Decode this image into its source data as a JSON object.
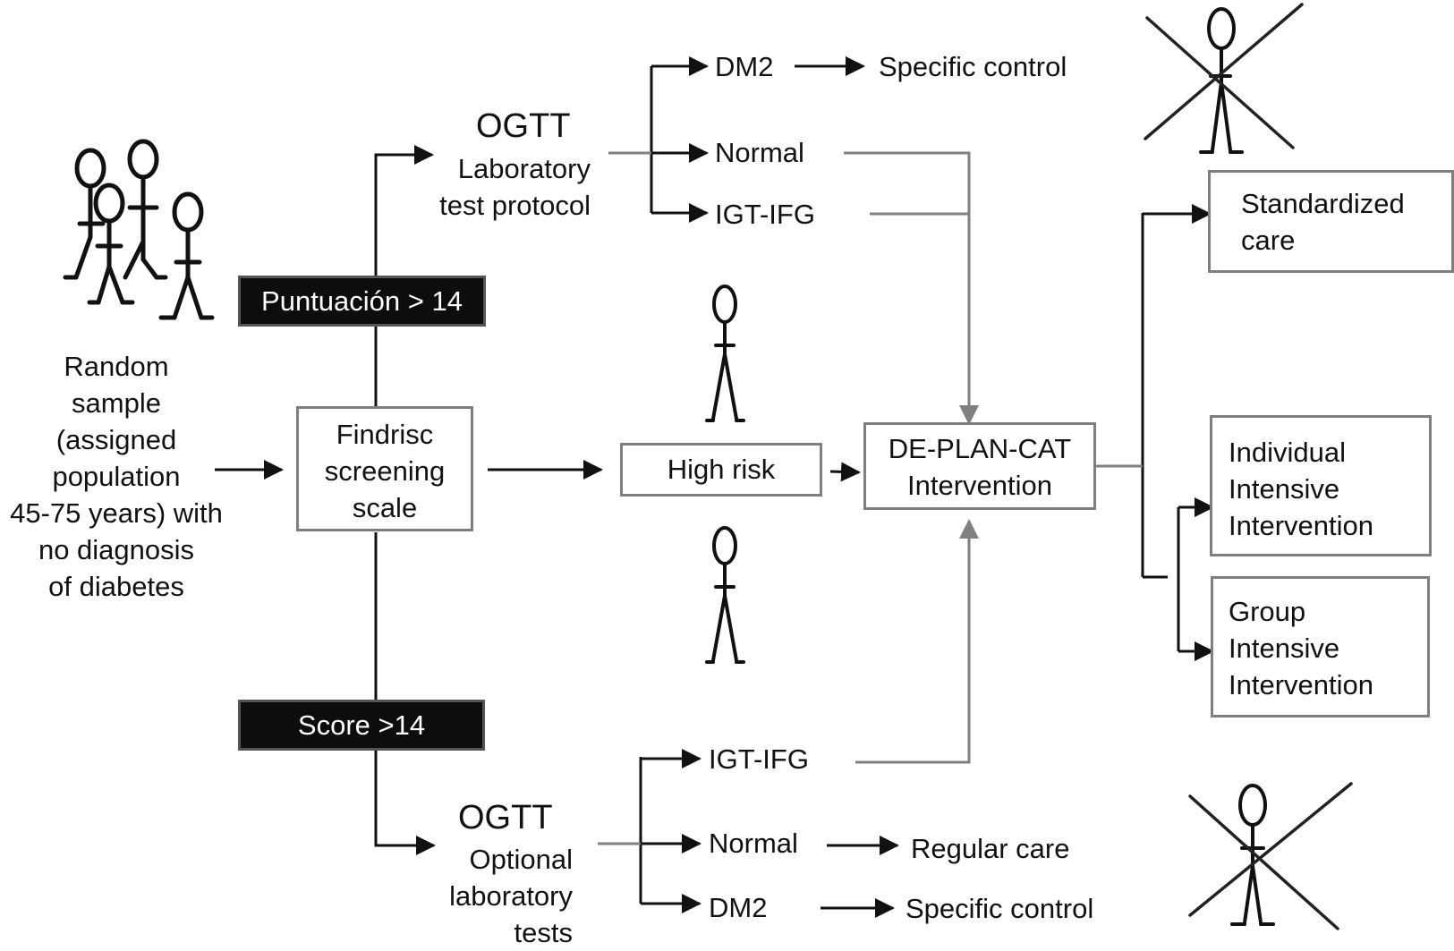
{
  "source": {
    "description": "Random sample (assigned population 45-75 years) with no diagnosis of diabetes",
    "lines": [
      "Random",
      "sample",
      "(assigned",
      "population",
      "45-75 years) with",
      "no diagnosis",
      "of diabetes"
    ]
  },
  "screening": {
    "lines": [
      "Findrisc",
      "screening",
      "scale"
    ]
  },
  "upper_branch": {
    "condition": "Puntuación > 14",
    "test_title": "OGTT",
    "test_lines": [
      "Laboratory",
      "test protocol"
    ],
    "outcomes": [
      {
        "label": "DM2",
        "next": "Specific control"
      },
      {
        "label": "Normal",
        "next": "DE-PLAN-CAT Intervention"
      },
      {
        "label": "IGT-IFG",
        "next": "DE-PLAN-CAT Intervention"
      }
    ]
  },
  "lower_branch": {
    "condition": "Score >14",
    "test_title": "OGTT",
    "test_lines": [
      "Optional",
      "laboratory",
      "tests"
    ],
    "outcomes": [
      {
        "label": "IGT-IFG",
        "next": "DE-PLAN-CAT Intervention"
      },
      {
        "label": "Normal",
        "next": "Regular care"
      },
      {
        "label": "DM2",
        "next": "Specific control"
      }
    ]
  },
  "high_risk": {
    "label": "High risk"
  },
  "intervention": {
    "lines": [
      "DE-PLAN-CAT",
      "Intervention"
    ]
  },
  "arms": [
    {
      "lines": [
        "Standardized",
        "care"
      ]
    },
    {
      "lines": [
        "Individual",
        "Intensive",
        "Intervention"
      ]
    },
    {
      "lines": [
        "Group",
        "Intensive",
        "Intervention"
      ]
    }
  ],
  "icons": {
    "population": "group-of-stick-figures-icon",
    "person": "stick-figure-icon",
    "excluded": "crossed-out-stick-figure-icon"
  },
  "colors": {
    "line_dark": "#111111",
    "line_gray": "#808080",
    "label_bg": "#0d0d0d",
    "box_border": "#7f7f7f"
  }
}
